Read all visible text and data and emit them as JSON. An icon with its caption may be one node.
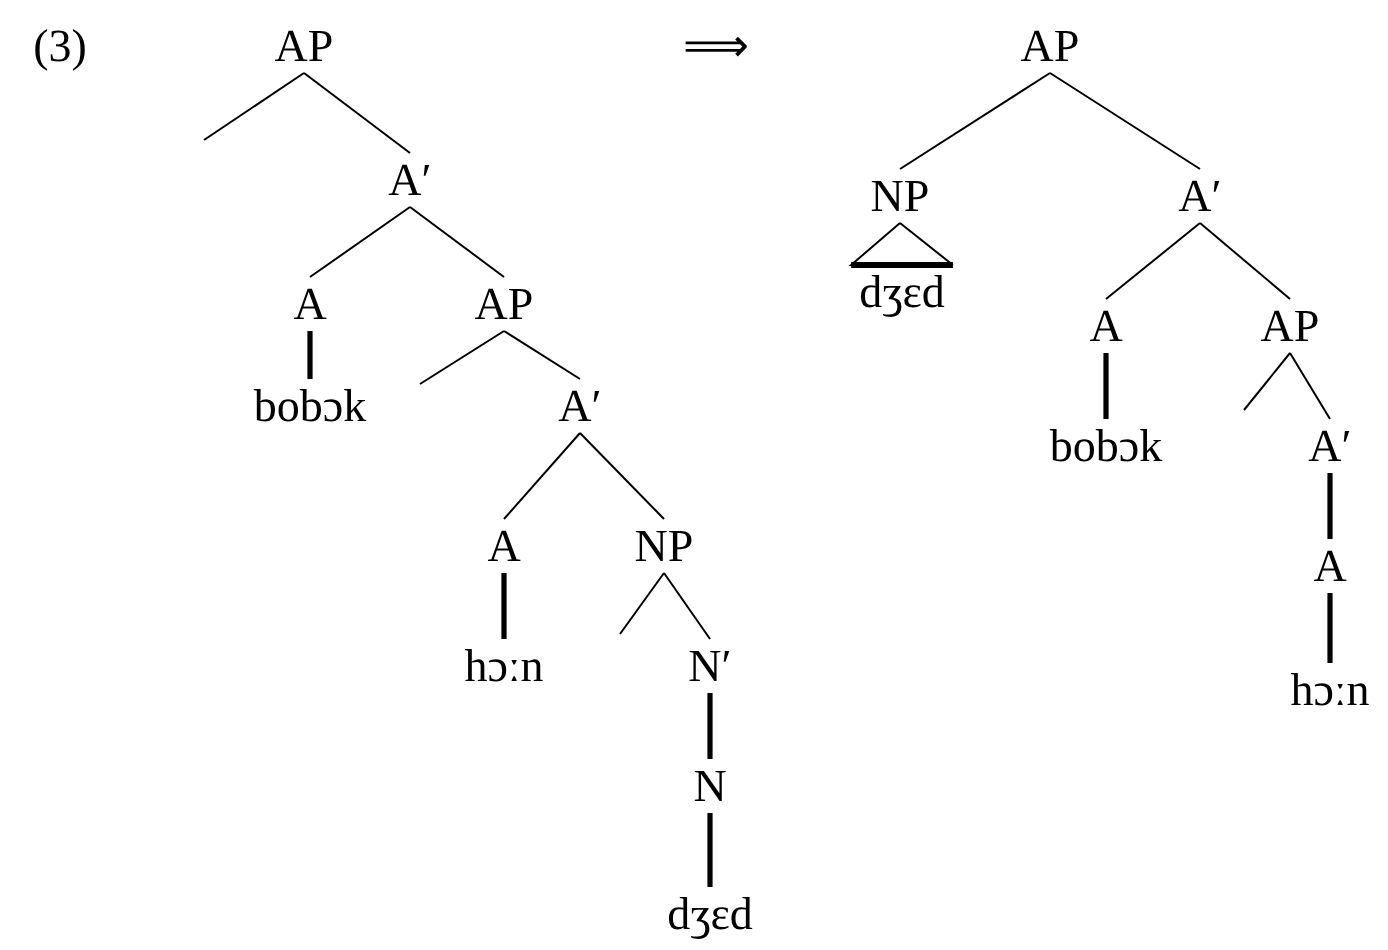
{
  "diagram": {
    "nodes": [
      {
        "text": [
          "AP"
        ]
      },
      {
        "text": [
          "A′"
        ]
      },
      {
        "text": [
          "A"
        ]
      },
      {
        "text": [
          "AP"
        ]
      },
      {
        "text": [
          "bobɔk"
        ]
      },
      {
        "text": [
          "A′"
        ]
      },
      {
        "text": [
          "A"
        ]
      },
      {
        "text": [
          "NP"
        ]
      },
      {
        "text": [
          "hɔːn"
        ]
      },
      {
        "text": [
          "N′"
        ]
      },
      {
        "text": [
          "N"
        ]
      },
      {
        "text": [
          "dʒɛd"
        ]
      },
      {
        "text": [
          "AP"
        ]
      },
      {
        "text": [
          "NP"
        ]
      },
      {
        "text": [
          "A′"
        ]
      },
      {
        "text": [
          "dʒɛd"
        ]
      },
      {
        "text": [
          "A"
        ]
      },
      {
        "text": [
          "AP"
        ]
      },
      {
        "text": [
          "bobɔk"
        ]
      },
      {
        "text": [
          "A′"
        ]
      },
      {
        "text": [
          "A"
        ]
      },
      {
        "text": [
          "hɔːn"
        ]
      }
    ],
    "edges": [
      {
        "from": 0,
        "to": null,
        "arrow": "none"
      },
      {
        "from": 0,
        "to": 1,
        "arrow": "none"
      },
      {
        "from": 1,
        "to": 2,
        "arrow": "none"
      },
      {
        "from": 1,
        "to": 3,
        "arrow": "none"
      },
      {
        "from": 2,
        "to": 4,
        "arrow": "none",
        "style": "thick"
      },
      {
        "from": 3,
        "to": null,
        "arrow": "none"
      },
      {
        "from": 3,
        "to": 5,
        "arrow": "none"
      },
      {
        "from": 5,
        "to": 6,
        "arrow": "none"
      },
      {
        "from": 5,
        "to": 7,
        "arrow": "none"
      },
      {
        "from": 6,
        "to": 8,
        "arrow": "none",
        "style": "thick"
      },
      {
        "from": 7,
        "to": null,
        "arrow": "none"
      },
      {
        "from": 7,
        "to": 9,
        "arrow": "none"
      },
      {
        "from": 9,
        "to": 10,
        "arrow": "none",
        "style": "thick"
      },
      {
        "from": 10,
        "to": 11,
        "arrow": "none",
        "style": "thick"
      },
      {
        "from": 12,
        "to": 13,
        "arrow": "none"
      },
      {
        "from": 12,
        "to": 14,
        "arrow": "none"
      },
      {
        "from": 13,
        "to": 15,
        "arrow": "other"
      },
      {
        "from": 14,
        "to": 16,
        "arrow": "none"
      },
      {
        "from": 14,
        "to": 17,
        "arrow": "none"
      },
      {
        "from": 16,
        "to": 18,
        "arrow": "none",
        "style": "thick"
      },
      {
        "from": 17,
        "to": null,
        "arrow": "none"
      },
      {
        "from": 17,
        "to": 19,
        "arrow": "none"
      },
      {
        "from": 19,
        "to": 20,
        "arrow": "none",
        "style": "thick"
      },
      {
        "from": 20,
        "to": 21,
        "arrow": "none",
        "style": "thick"
      }
    ],
    "labels": [
      "(3)",
      "⟹"
    ]
  }
}
